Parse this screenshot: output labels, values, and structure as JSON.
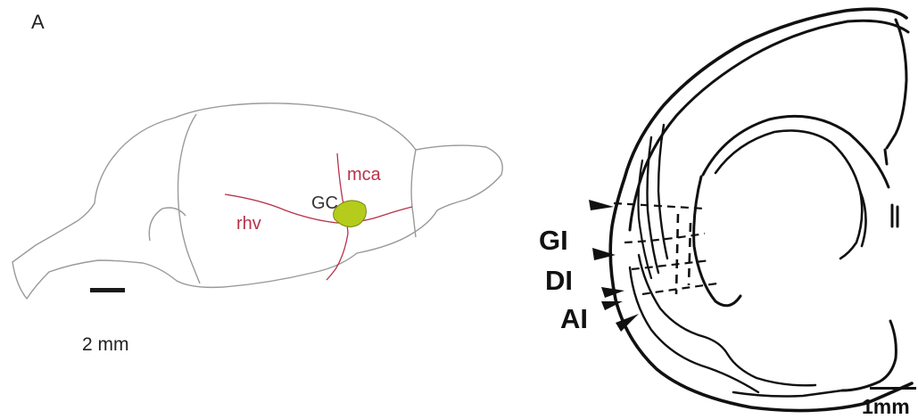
{
  "panel_letter": "A",
  "sagittal": {
    "labels": {
      "gc": "GC",
      "mca": "mca",
      "rhv": "rhv"
    },
    "scale_bar_label": "2 mm",
    "colors": {
      "outline": "#9a9a9a",
      "vessel": "#b8324a",
      "gc_fill": "#b5cc1c",
      "gc_stroke": "#7a8a10"
    }
  },
  "coronal": {
    "labels": {
      "gi": "GI",
      "di": "DI",
      "ai": "AI"
    },
    "scale_bar_label": "1mm",
    "colors": {
      "ink": "#111111"
    }
  }
}
